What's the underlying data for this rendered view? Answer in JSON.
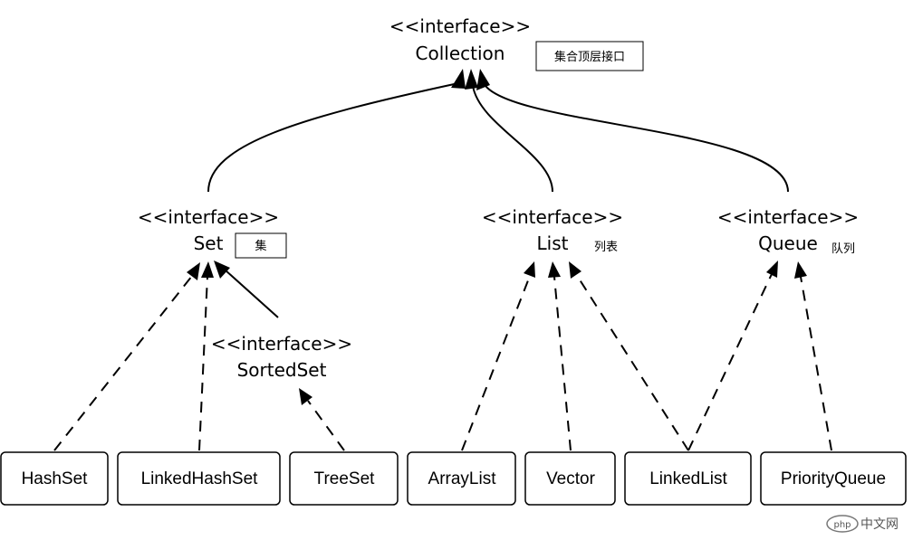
{
  "interfaces": {
    "collection": {
      "stereotype": "<<interface>>",
      "name": "Collection",
      "note": "集合顶层接口"
    },
    "set": {
      "stereotype": "<<interface>>",
      "name": "Set",
      "note": "集"
    },
    "list": {
      "stereotype": "<<interface>>",
      "name": "List",
      "note": "列表"
    },
    "queue": {
      "stereotype": "<<interface>>",
      "name": "Queue",
      "note": "队列"
    },
    "sortedset": {
      "stereotype": "<<interface>>",
      "name": "SortedSet"
    }
  },
  "classes": {
    "hashset": "HashSet",
    "linkedhashset": "LinkedHashSet",
    "treeset": "TreeSet",
    "arraylist": "ArrayList",
    "vector": "Vector",
    "linkedlist": "LinkedList",
    "priorityqueue": "PriorityQueue"
  },
  "watermark": {
    "logo_text": "php",
    "site_text": "中文网"
  }
}
